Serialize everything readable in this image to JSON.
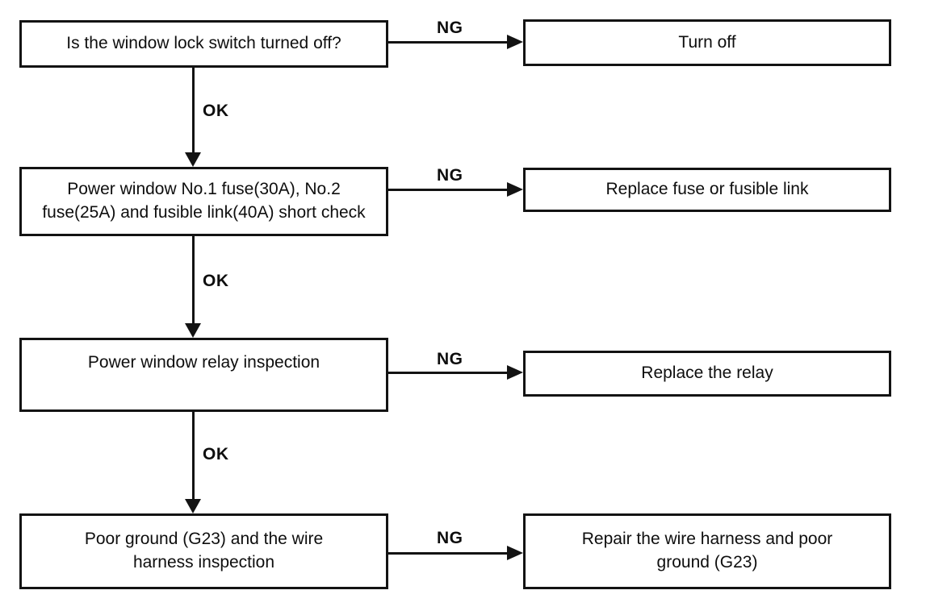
{
  "palette": {
    "ink": "#131313",
    "paper": "#ffffff"
  },
  "flowchart": {
    "steps": [
      {
        "check_lines": [
          "Is the window lock switch turned off?"
        ],
        "branch_label": "NG",
        "action_lines": [
          "Turn off"
        ],
        "pass_label": "OK"
      },
      {
        "check_lines": [
          "Power window No.1 fuse(30A), No.2",
          "fuse(25A) and fusible link(40A) short check"
        ],
        "branch_label": "NG",
        "action_lines": [
          "Replace fuse or fusible link"
        ],
        "pass_label": "OK"
      },
      {
        "check_lines": [
          "Power window relay inspection"
        ],
        "branch_label": "NG",
        "action_lines": [
          "Replace the relay"
        ],
        "pass_label": "OK"
      },
      {
        "check_lines": [
          "Poor ground (G23) and the wire",
          "harness inspection"
        ],
        "branch_label": "NG",
        "action_lines": [
          "Repair the wire harness and poor",
          "ground (G23)"
        ]
      }
    ]
  }
}
